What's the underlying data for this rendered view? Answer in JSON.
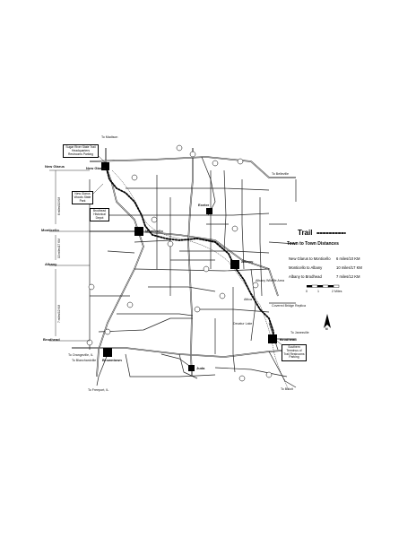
{
  "legend": {
    "trail_label": "Trail",
    "distances_title": "Town to Town Distances",
    "distances": [
      {
        "route": "New Glarus to Monticello",
        "distance": "6 miles/10 KM"
      },
      {
        "route": "Monticello to Albany",
        "distance": "10 miles/17 KM"
      },
      {
        "route": "Albany to Brodhead",
        "distance": "7 miles/12 KM"
      }
    ],
    "scale_labels": [
      "0",
      "1",
      "2 Miles"
    ],
    "north": "N"
  },
  "towns": {
    "new_glarus": "New Glarus",
    "monticello": "Monticello",
    "albany": "Albany",
    "brodhead": "Brodhead",
    "browntown": "Browntown",
    "juda": "Juda",
    "exeter": "Exeter"
  },
  "left_labels": {
    "new_glarus": "New Glarus",
    "monticello": "Monticello",
    "albany": "Albany",
    "brodhead": "Brodhead",
    "seg1": "6 miles/10 KM",
    "seg2": "10 miles/17 KM",
    "seg3": "7 miles/12 KM"
  },
  "boxes": {
    "hq": "Sugar River State Trail Headquarters Restrooms Parking",
    "woods": "New Glarus Woods State Park",
    "depot": "Brodhead Historical Depot",
    "southern": "Southern Terminus of Trail Restrooms Parking"
  },
  "places": {
    "to_madison": "To Madison",
    "to_belleville": "To Belleville",
    "to_freeport": "To Freeport, IL",
    "to_janesville": "To Janesville",
    "to_beloit": "To Beloit",
    "to_orangeville": "To Orangeville, IL",
    "blanchardville": "To Blanchardville",
    "albany_wildlife": "Albany Wildlife Area",
    "covered_bridge": "Covered Bridge Replica",
    "decatur": "Decatur Lake",
    "attica": "Attica"
  }
}
